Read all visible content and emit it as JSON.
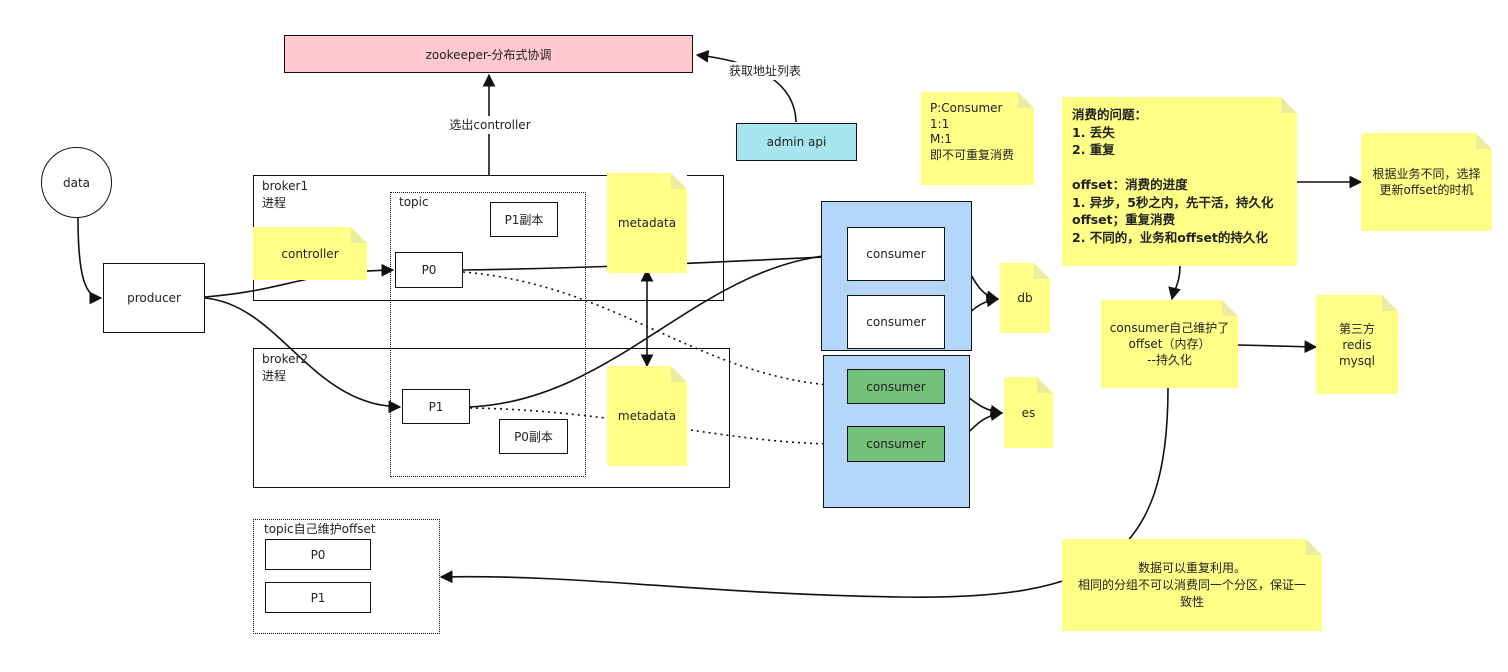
{
  "nodes": {
    "data": "data",
    "producer": "producer",
    "zookeeper": "zookeeper-分布式协调",
    "admin_api": "admin api",
    "broker1": "broker1\n进程",
    "broker2": "broker2\n进程",
    "topic": "topic",
    "controller": "controller",
    "p0": "P0",
    "p1": "P1",
    "p1_replica": "P1副本",
    "p0_replica": "P0副本",
    "metadata_1": "metadata",
    "metadata_2": "metadata",
    "consumer_1": "consumer",
    "consumer_2": "consumer",
    "consumer_3": "consumer",
    "consumer_4": "consumer",
    "db": "db",
    "es": "es",
    "topic_offset": "topic自己维护offset",
    "offset_p0": "P0",
    "offset_p1": "P1"
  },
  "edge_labels": {
    "elect_controller": "选出controller",
    "get_address_list": "获取地址列表"
  },
  "notes": {
    "consumer_ratio": "P:Consumer\n1:1\nM:1\n即不可重复消费",
    "consumption_issues": "消费的问题：\n1. 丢失\n2. 重复\n\noffset：消费的进度\n1. 异步，5秒之内，先干活，持久化offset；重复消费\n2. 不同的，业务和offset的持久化",
    "choose_timing": "根据业务不同，选择更新offset的时机",
    "consumer_self_offset": "consumer自己维护了offset（内存）\n--持久化",
    "third_party": "第三方\nredis\nmysql",
    "reuse_data": "数据可以重复利用。\n相同的分组不可以消费同一个分区，保证一致性"
  },
  "colors": {
    "zookeeper_fill": "#ffc7ce",
    "admin_api_fill": "#a8e6ef",
    "consumer_group_fill": "#b3d6fb",
    "consumer_green": "#74c17c",
    "note_fill": "#ffff88"
  }
}
